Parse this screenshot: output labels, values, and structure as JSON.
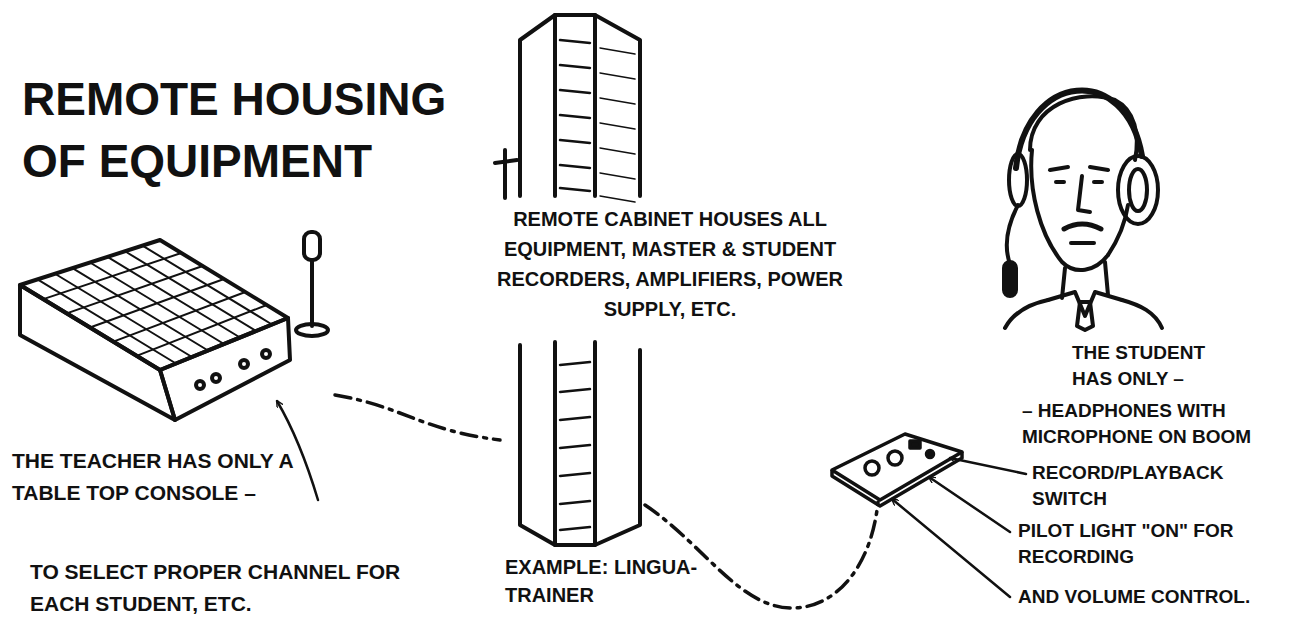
{
  "diagram": {
    "title": "REMOTE HOUSING OF EQUIPMENT",
    "nodes": [
      {
        "text": [
          "THE TEACHER HAS ONLY A TABLE TOP CONSOLE –",
          "TO SELECT PROPER CHANNEL FOR EACH STUDENT, ETC."
        ]
      },
      {
        "text": [
          "REMOTE CABINET HOUSES ALL EQUIPMENT, MASTER & STUDENT RECORDERS, AMPLIFIERS, POWER SUPPLY, ETC.",
          "EXAMPLE: LINGUA-TRAINER"
        ]
      },
      {
        "text": [
          "RECORD/PLAYBACK SWITCH",
          "PILOT LIGHT \"ON\" FOR RECORDING",
          "AND VOLUME CONTROL."
        ]
      }
    ],
    "edges": [
      {
        "from": 0,
        "to": 1,
        "arrow": "none"
      },
      {
        "from": 1,
        "to": 2,
        "arrow": "none"
      }
    ],
    "labels": [
      "THE STUDENT HAS ONLY –",
      "– HEADPHONES WITH MICROPHONE ON BOOM"
    ]
  }
}
